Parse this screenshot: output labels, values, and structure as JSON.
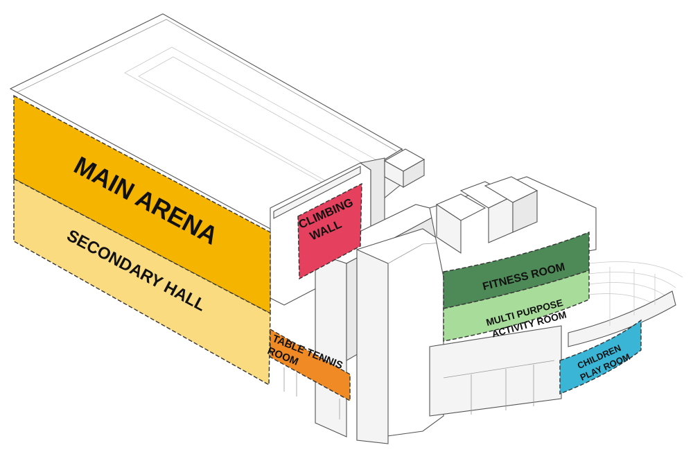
{
  "zones": {
    "main_arena": {
      "label": "MAIN ARENA",
      "color": "#F5B400"
    },
    "secondary_hall": {
      "label": "SECONDARY HALL",
      "color": "#FADB80"
    },
    "climbing_wall": {
      "lines": [
        "CLIMBING",
        "WALL"
      ],
      "color": "#E5405E"
    },
    "table_tennis_room": {
      "lines": [
        "TABLE TENNIS",
        "ROOM"
      ],
      "color": "#F08A24"
    },
    "fitness_room": {
      "label": "FITNESS ROOM",
      "color": "#4E8A57"
    },
    "multi_purpose_activity_room": {
      "lines": [
        "MULTI PURPOSE",
        "ACTIVITY ROOM"
      ],
      "color": "#A8DC9A"
    },
    "children_play_room": {
      "lines": [
        "CHILDREN",
        "PLAY ROOM"
      ],
      "color": "#3BB5D6"
    }
  }
}
